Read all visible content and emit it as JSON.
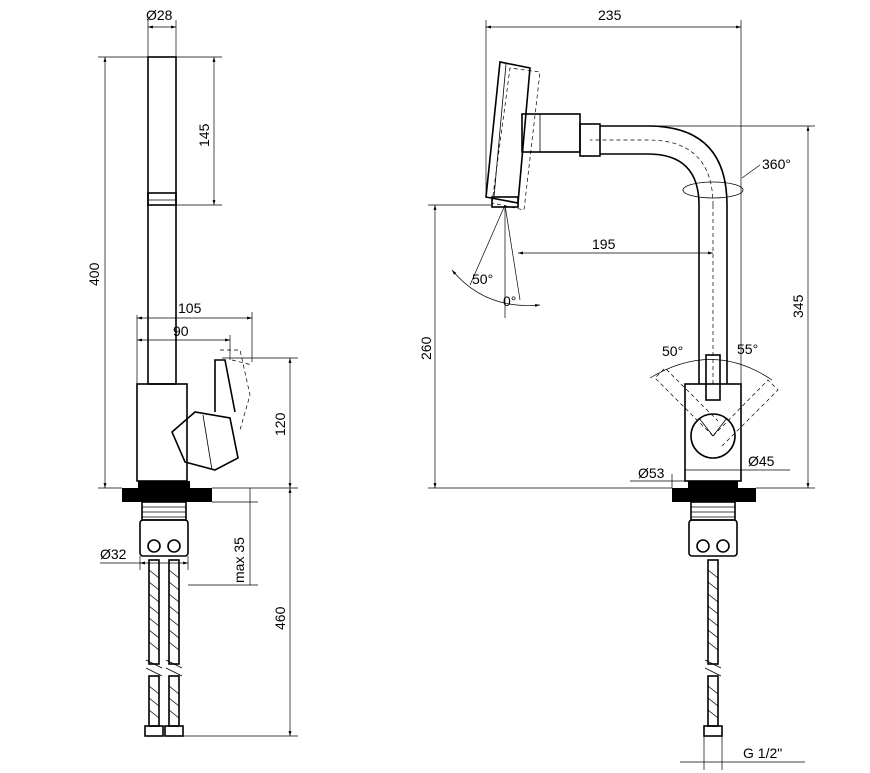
{
  "drawing": {
    "side_view": {
      "spout_diameter": "Ø28",
      "spout_length": "145",
      "total_height": "400",
      "handle_reach": "105",
      "body_reach": "90",
      "body_height": "120",
      "connector_diameter": "Ø32",
      "max_counter_thickness": "max 35",
      "hose_length": "460"
    },
    "front_view": {
      "total_width": "235",
      "swivel": "360°",
      "spout_reach": "195",
      "outlet_height": "260",
      "spout_height": "345",
      "spray_angle": "50°",
      "spray_zero": "0°",
      "handle_angle_left": "50°",
      "handle_angle_right": "55°",
      "base_diameter": "Ø53",
      "body_diameter": "Ø45",
      "thread": "G 1/2\""
    }
  }
}
